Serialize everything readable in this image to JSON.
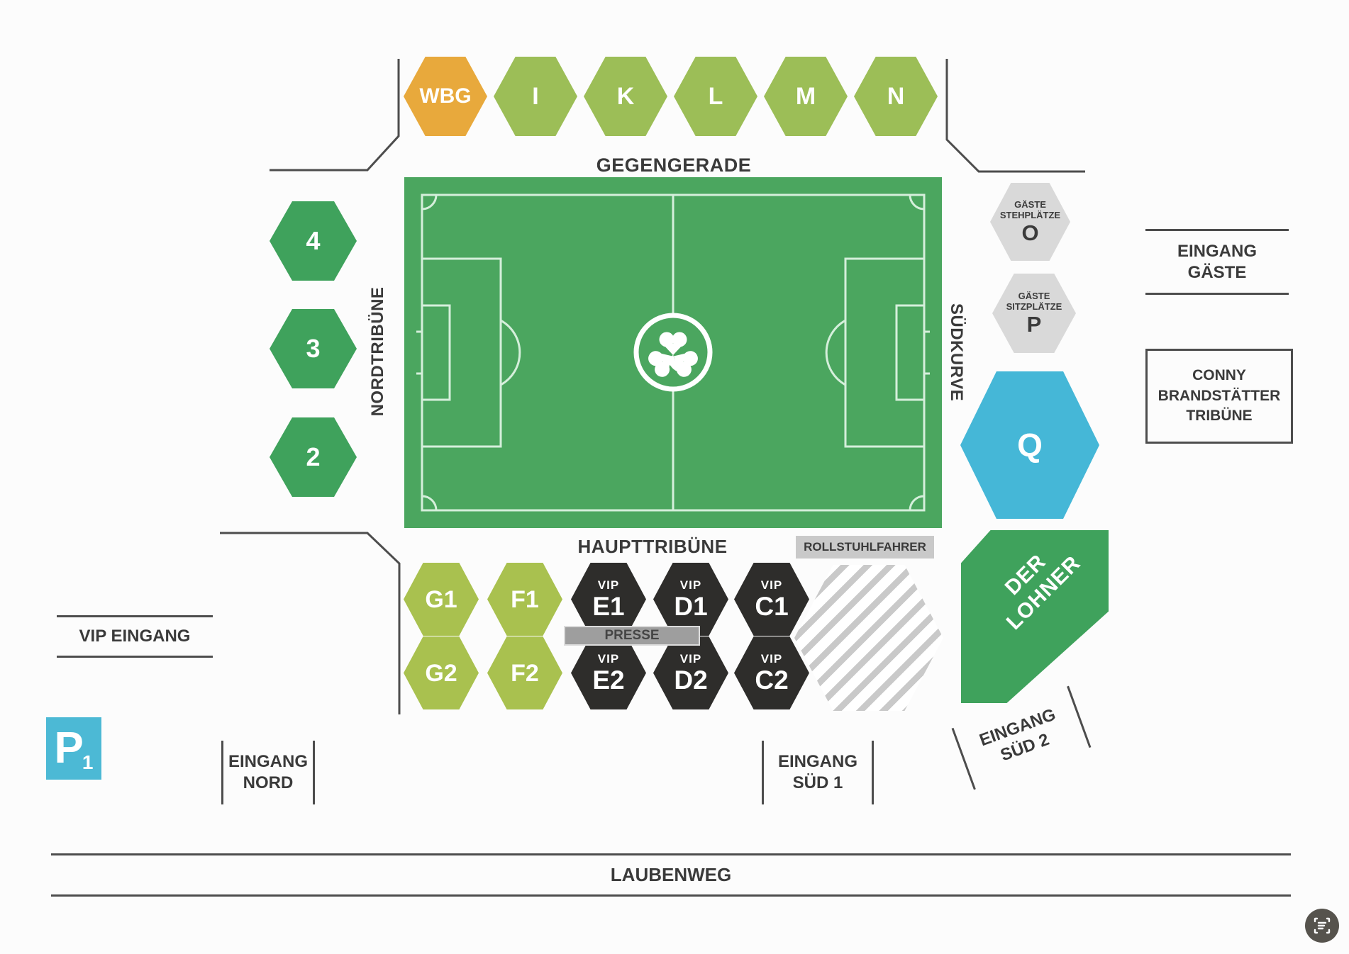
{
  "stadium": {
    "labels": {
      "gegengerade": "GEGENGERADE",
      "haupttribuene": "HAUPTTRIBÜNE",
      "nordtribuene": "NORDTRIBÜNE",
      "suedkurve": "SÜDKURVE",
      "rollstuhlfahrer": "ROLLSTUHLFAHRER",
      "presse": "PRESSE",
      "laubenweg": "LAUBENWEG",
      "vip_eingang": "VIP EINGANG",
      "eingang_gaeste": [
        "EINGANG",
        "GÄSTE"
      ],
      "conny_tribune": [
        "CONNY",
        "BRANDSTÄTTER",
        "TRIBÜNE"
      ],
      "eingang_nord": [
        "EINGANG",
        "NORD"
      ],
      "eingang_sued1": [
        "EINGANG",
        "SÜD 1"
      ],
      "eingang_sued2": [
        "EINGANG",
        "SÜD 2"
      ],
      "der_lohner": [
        "DER",
        "LOHNER"
      ]
    },
    "sections": {
      "gegengerade_row": [
        {
          "label": "WBG"
        },
        {
          "label": "I"
        },
        {
          "label": "K"
        },
        {
          "label": "L"
        },
        {
          "label": "M"
        },
        {
          "label": "N"
        }
      ],
      "nordtribuene_column": [
        {
          "label": "4"
        },
        {
          "label": "3"
        },
        {
          "label": "2"
        }
      ],
      "guest_blocks": [
        {
          "line1": "GÄSTE",
          "line2": "STEHPLÄTZE",
          "label": "O"
        },
        {
          "line1": "GÄSTE",
          "line2": "SITZPLÄTZE",
          "label": "P"
        }
      ],
      "suedkurve_block": {
        "label": "Q"
      },
      "haupttribuene_row1": [
        {
          "label": "G1"
        },
        {
          "label": "F1"
        },
        {
          "vip": "VIP",
          "label": "E1"
        },
        {
          "vip": "VIP",
          "label": "D1"
        },
        {
          "vip": "VIP",
          "label": "C1"
        }
      ],
      "haupttribuene_row2": [
        {
          "label": "G2"
        },
        {
          "label": "F2"
        },
        {
          "vip": "VIP",
          "label": "E2"
        },
        {
          "vip": "VIP",
          "label": "D2"
        },
        {
          "vip": "VIP",
          "label": "C2"
        }
      ]
    },
    "parking": {
      "label": "P",
      "number": "1"
    },
    "icons": {
      "center_crest": "shamrock-crest",
      "corner_button": "text-scan-icon"
    },
    "colors": {
      "pitch": "#4BA65F",
      "pitch_lines": "#D5EFDB",
      "stand_green": "#3FA25C",
      "stand_lime": "#9CBE57",
      "stand_olive": "#A9C14F",
      "stand_orange": "#E8A93C",
      "stand_dark": "#2E2D2B",
      "stand_gray": "#D9D9D9",
      "stand_blue": "#45B7D7",
      "parking_blue": "#4CB9D5",
      "walls": "#4d4d4d",
      "hatch_gray": "#C9C9C9",
      "presse_gray": "#9E9E9E"
    }
  }
}
